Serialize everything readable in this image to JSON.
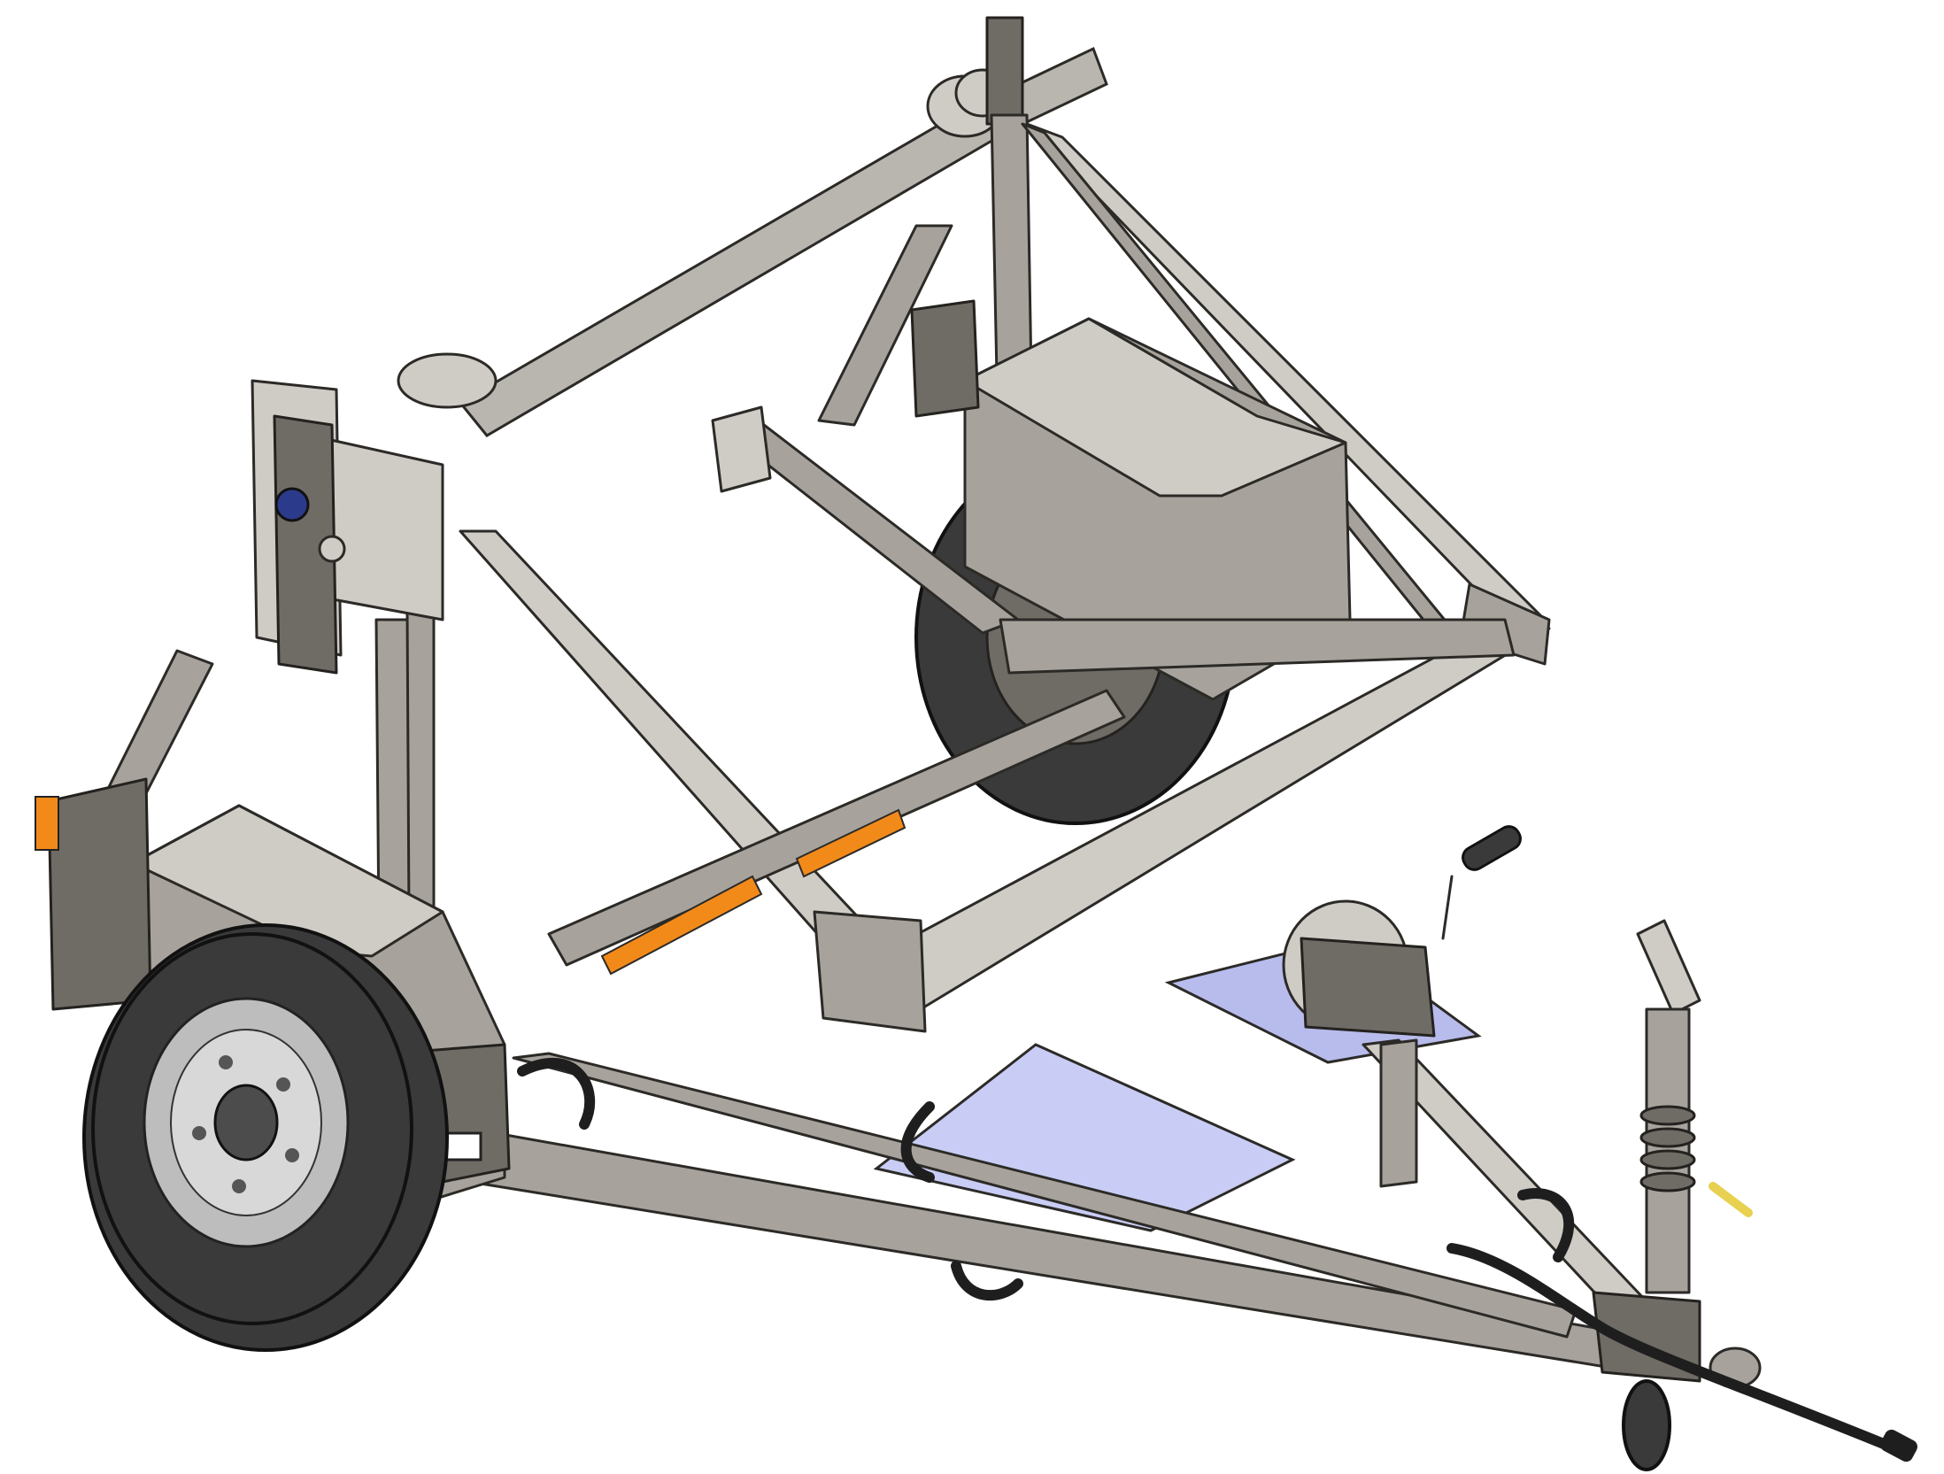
{
  "colors": {
    "background": "#ffffff",
    "steel": "#a7a39c",
    "steel_light": "#cfccc6",
    "steel_dark": "#6f6b65",
    "tire": "#3a3a3a",
    "reflector_orange": "#f28a1a",
    "floor_plate": "#c9cdf5",
    "handle_yellow": "#e8d050",
    "bearing_blue": "#2c3a8c"
  },
  "components": [
    "cable-drum-trailer-frame",
    "a-frame-uprights",
    "drum-spindle-shaft",
    "left-road-wheel",
    "right-road-wheel",
    "mudguards",
    "drawbar-tongue",
    "hand-winch",
    "jockey-wheel",
    "tow-eye-coupling",
    "brake-cable",
    "floor-plate",
    "orange-side-reflectors"
  ]
}
